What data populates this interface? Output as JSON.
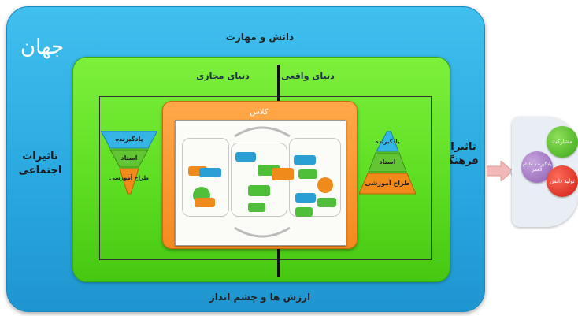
{
  "world": {
    "title": "جهان"
  },
  "labels": {
    "top": "دانش و مهارت",
    "bottom": "ارزش ها و چشم انداز",
    "left": "تاثیرات اجتماعی",
    "right": "تاثیرات فرهنگی",
    "virtual_world": "دنیای مجازی",
    "real_world": "دنیای واقعی",
    "class": "کلاس"
  },
  "pyramid_left": {
    "tiers": [
      "یادگیرنده",
      "استاد",
      "طراح آموزشی"
    ]
  },
  "pyramid_right": {
    "tiers": [
      "یادگیرنده",
      "استاد",
      "طراح آموزشی"
    ]
  },
  "venn": {
    "items": [
      "مشارکت",
      "یادگیرنده مادام العمر",
      "تولید دانش"
    ]
  },
  "colors": {
    "world_blue": "#2aa9e0",
    "frame_green": "#5bdc20",
    "class_orange": "#f58a1e",
    "pyramid_blue": "#35b4e6",
    "pyramid_green": "#63c534",
    "pyramid_orange": "#f08a1a"
  }
}
